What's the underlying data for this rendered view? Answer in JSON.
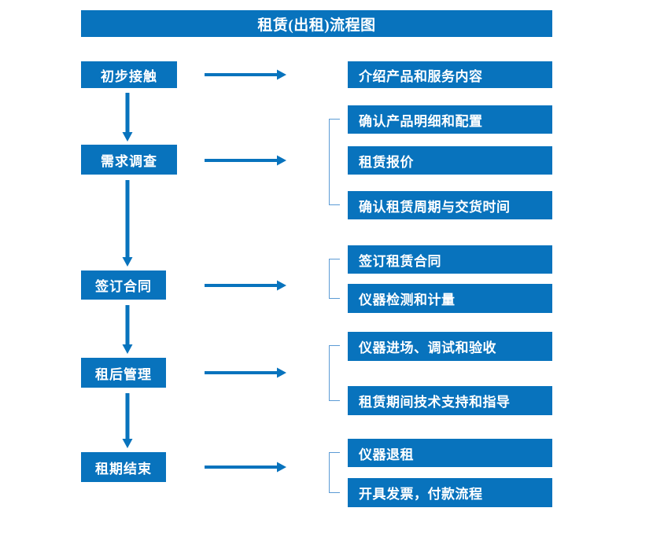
{
  "diagram": {
    "title": "租赁(出租)流程图",
    "accent_color": "#0873bd",
    "bracket_color": "#5b9bd5",
    "text_color": "#ffffff",
    "background_color": "#ffffff"
  },
  "stages": [
    {
      "id": "stage-1",
      "label": "初步接触"
    },
    {
      "id": "stage-2",
      "label": "需求调查"
    },
    {
      "id": "stage-3",
      "label": "签订合同"
    },
    {
      "id": "stage-4",
      "label": "租后管理"
    },
    {
      "id": "stage-5",
      "label": "租期结束"
    }
  ],
  "details": [
    {
      "id": "detail-1",
      "label": "介绍产品和服务内容"
    },
    {
      "id": "detail-2",
      "label": "确认产品明细和配置"
    },
    {
      "id": "detail-3",
      "label": "租赁报价"
    },
    {
      "id": "detail-4",
      "label": "确认租赁周期与交货时间"
    },
    {
      "id": "detail-5",
      "label": "签订租赁合同"
    },
    {
      "id": "detail-6",
      "label": "仪器检测和计量"
    },
    {
      "id": "detail-7",
      "label": "仪器进场、调试和验收"
    },
    {
      "id": "detail-8",
      "label": "租赁期间技术支持和指导"
    },
    {
      "id": "detail-9",
      "label": "仪器退租"
    },
    {
      "id": "detail-10",
      "label": "开具发票，付款流程"
    }
  ],
  "flow": {
    "stage_to_detail_arrows": 5,
    "stage_to_stage_arrows": 4,
    "brackets": 4
  }
}
